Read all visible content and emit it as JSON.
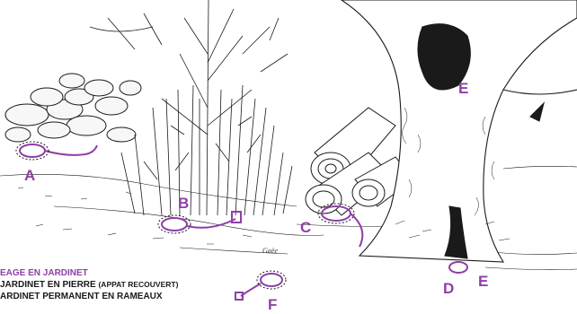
{
  "colors": {
    "accent": "#8e3fa6",
    "ink": "#1a1a1a"
  },
  "markers": {
    "a": "A",
    "b": "B",
    "c": "C",
    "d": "D",
    "e_top": "E",
    "e_bottom": "E",
    "f": "F"
  },
  "legend": {
    "title": "EAGE EN JARDINET",
    "item1_main": "JARDINET EN PIERRE ",
    "item1_note": "(APPAT RECOUVERT)",
    "item2": "ARDINET PERMANENT EN RAMEAUX"
  },
  "signature": "Gaëe"
}
